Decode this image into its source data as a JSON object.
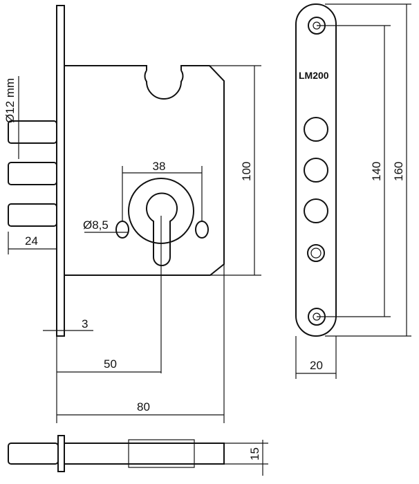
{
  "diagram": {
    "model_label": "LM200",
    "dimensions": {
      "bolt_diameter": "Ø12 mm",
      "bolt_projection": "24",
      "faceplate_thickness": "3",
      "backset": "50",
      "case_width": "80",
      "case_height": "100",
      "cylinder_span": "38",
      "screw_hole_diameter": "Ø8,5",
      "screw_spacing": "140",
      "faceplate_length": "160",
      "faceplate_width": "20",
      "case_depth": "15"
    }
  }
}
